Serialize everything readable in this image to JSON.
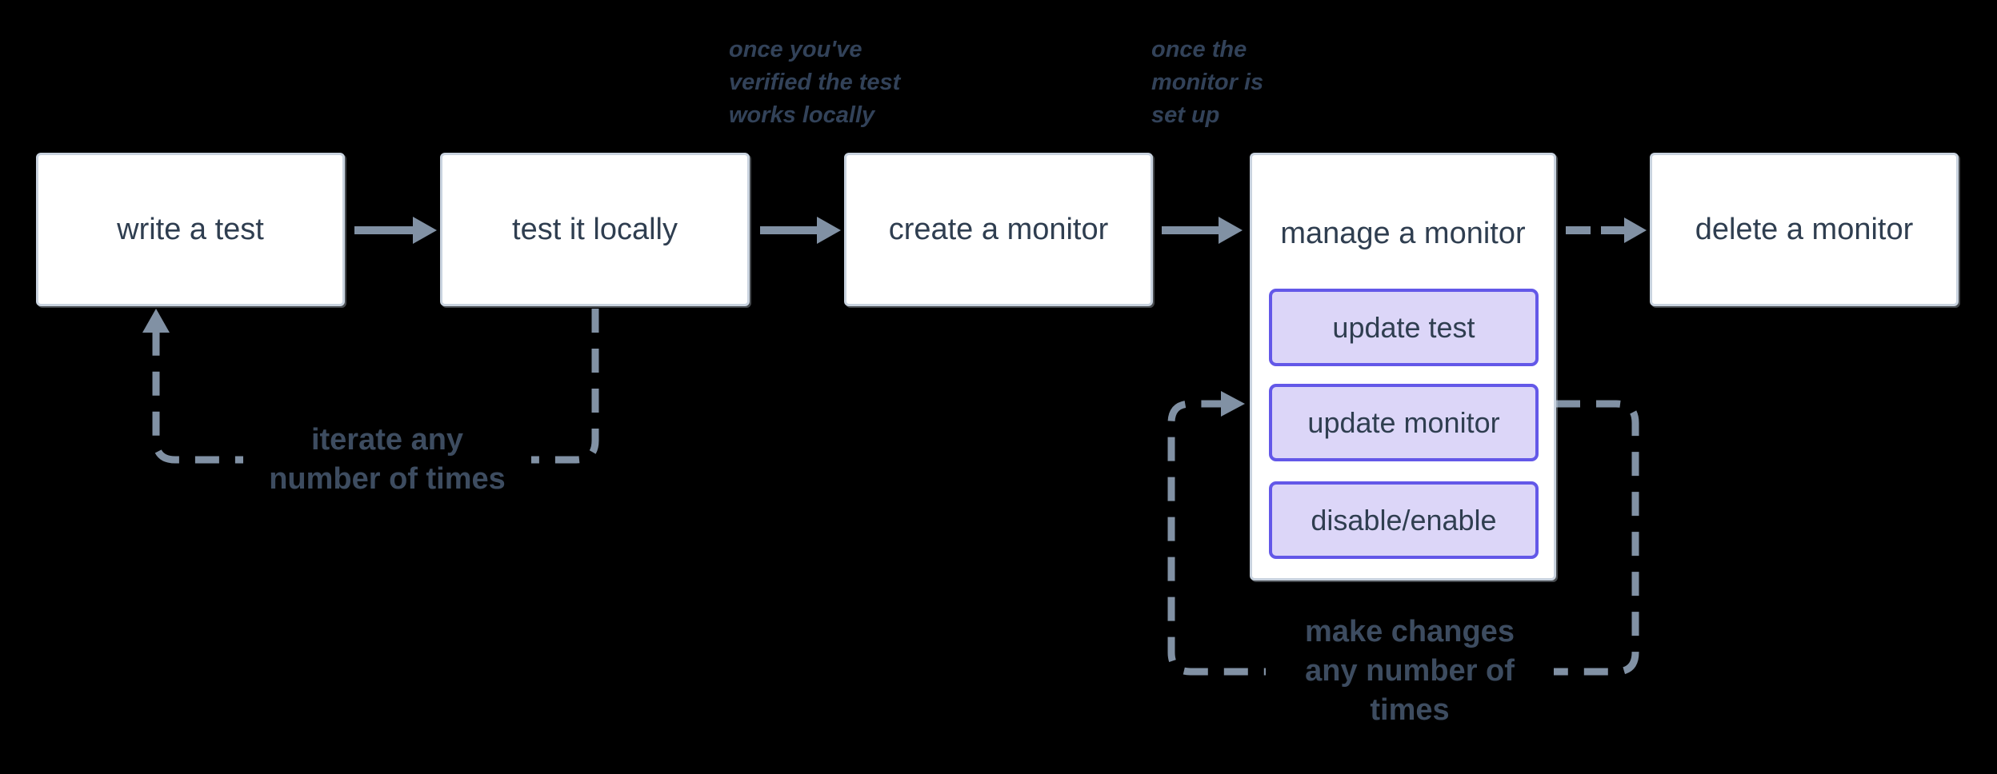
{
  "diagram": {
    "background": "#000000",
    "colors": {
      "node_fill": "#ffffff",
      "node_border": "#c9d3df",
      "node_text": "#2f3e50",
      "subnode_fill": "#dcd6f8",
      "subnode_border": "#6358e8",
      "arrow": "#8191a4",
      "annotation_text": "#324259",
      "loop_label_text": "#3d4c60"
    },
    "nodes": [
      {
        "id": "write-test",
        "label": "write a test"
      },
      {
        "id": "test-locally",
        "label": "test it locally"
      },
      {
        "id": "create-monitor",
        "label": "create a monitor"
      },
      {
        "id": "manage-monitor",
        "label": "manage a monitor",
        "children": [
          {
            "label": "update test"
          },
          {
            "label": "update monitor"
          },
          {
            "label": "disable/enable"
          }
        ]
      },
      {
        "id": "delete-monitor",
        "label": "delete a monitor"
      }
    ],
    "edges": [
      {
        "from": "write-test",
        "to": "test-locally",
        "style": "solid"
      },
      {
        "from": "test-locally",
        "to": "create-monitor",
        "style": "solid",
        "annotation": "once you've verified the test works locally"
      },
      {
        "from": "create-monitor",
        "to": "manage-monitor",
        "style": "solid",
        "annotation": "once the monitor is set up"
      },
      {
        "from": "manage-monitor",
        "to": "delete-monitor",
        "style": "dashed"
      },
      {
        "from": "test-locally",
        "to": "write-test",
        "style": "dashed-loop",
        "label": "iterate any number of times"
      },
      {
        "from": "manage-monitor",
        "to": "manage-monitor",
        "style": "dashed-loop",
        "label": "make changes any number of times"
      }
    ],
    "annotations": [
      {
        "lines": [
          "once you've",
          "verified the test",
          "works locally"
        ]
      },
      {
        "lines": [
          "once the",
          "monitor is",
          "set up"
        ]
      }
    ],
    "loop_labels": [
      {
        "lines": [
          "iterate any",
          "number of times"
        ]
      },
      {
        "lines": [
          "make changes",
          "any number of",
          "times"
        ]
      }
    ]
  }
}
